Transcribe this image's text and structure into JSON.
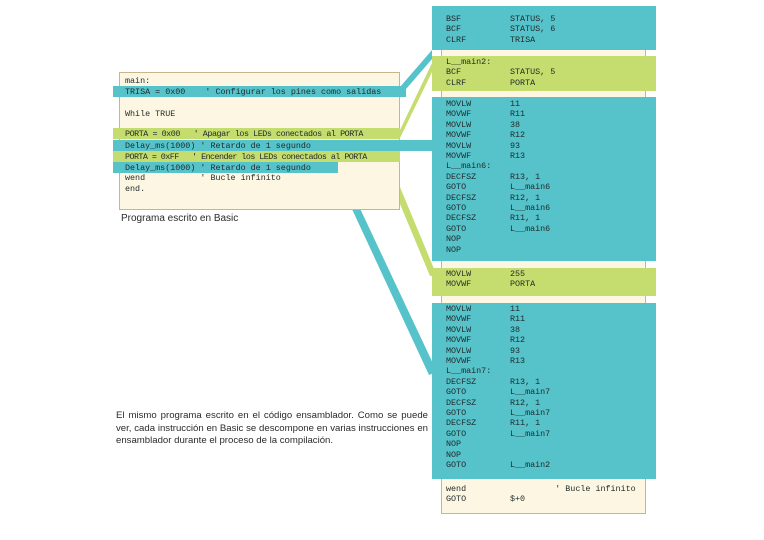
{
  "basic": {
    "lines": {
      "l0": "main:",
      "l1": "TRISA = 0x00    ' Configurar los pines como salidas",
      "l2": "",
      "l3": "While TRUE",
      "l4": "",
      "l5": "PORTA = 0x00   ' Apagar los LEDs conectados al PORTA",
      "l6": "Delay_ms(1000) ' Retardo de 1 segundo",
      "l7": "PORTA = 0xFF   ' Encender los LEDs conectados al PORTA",
      "l8": "Delay_ms(1000) ' Retardo de 1 segundo",
      "l9": "wend           ' Bucle infinito",
      "l10": "end."
    },
    "caption": "Programa escrito en Basic"
  },
  "asm": {
    "b1": [
      [
        "BSF",
        "STATUS, 5"
      ],
      [
        "BCF",
        "STATUS, 6"
      ],
      [
        "CLRF",
        "TRISA"
      ]
    ],
    "b2": [
      [
        "L__main2:",
        ""
      ],
      [
        "BCF",
        "STATUS, 5"
      ],
      [
        "CLRF",
        "PORTA"
      ]
    ],
    "b3": [
      [
        "MOVLW",
        "11"
      ],
      [
        "MOVWF",
        "R11"
      ],
      [
        "MOVLW",
        "38"
      ],
      [
        "MOVWF",
        "R12"
      ],
      [
        "MOVLW",
        "93"
      ],
      [
        "MOVWF",
        "R13"
      ],
      [
        "L__main6:",
        ""
      ],
      [
        "DECFSZ",
        "R13, 1"
      ],
      [
        "GOTO",
        "L__main6"
      ],
      [
        "DECFSZ",
        "R12, 1"
      ],
      [
        "GOTO",
        "L__main6"
      ],
      [
        "DECFSZ",
        "R11, 1"
      ],
      [
        "GOTO",
        "L__main6"
      ],
      [
        "NOP",
        ""
      ],
      [
        "NOP",
        ""
      ]
    ],
    "b4": [
      [
        "MOVLW",
        "255"
      ],
      [
        "MOVWF",
        "PORTA"
      ]
    ],
    "b5": [
      [
        "MOVLW",
        "11"
      ],
      [
        "MOVWF",
        "R11"
      ],
      [
        "MOVLW",
        "38"
      ],
      [
        "MOVWF",
        "R12"
      ],
      [
        "MOVLW",
        "93"
      ],
      [
        "MOVWF",
        "R13"
      ],
      [
        "L__main7:",
        ""
      ],
      [
        "DECFSZ",
        "R13, 1"
      ],
      [
        "GOTO",
        "L__main7"
      ],
      [
        "DECFSZ",
        "R12, 1"
      ],
      [
        "GOTO",
        "L__main7"
      ],
      [
        "DECFSZ",
        "R11, 1"
      ],
      [
        "GOTO",
        "L__main7"
      ],
      [
        "NOP",
        ""
      ],
      [
        "NOP",
        ""
      ],
      [
        "GOTO",
        "L__main2"
      ]
    ],
    "tail": [
      [
        "wend",
        "         ' Bucle infinito"
      ],
      [
        "GOTO",
        "$+0"
      ]
    ]
  },
  "caption_main": "El mismo programa escrito en el código ensamblador. Como se puede ver, cada instrucción en Basic se descompone en varias instrucciones en ensamblador durante el proceso de la compilación.",
  "colors": {
    "teal": "#56c2ca",
    "green": "#c5dc6e",
    "paper": "#fdf6e2"
  }
}
